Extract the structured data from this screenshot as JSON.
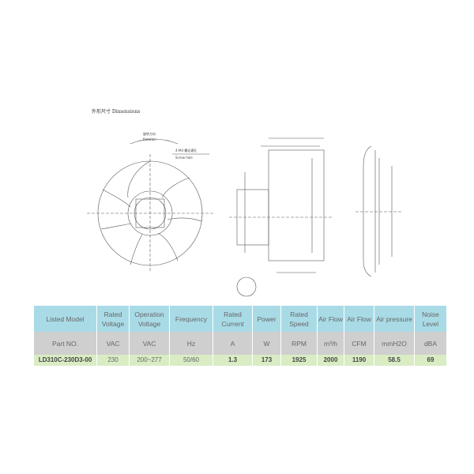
{
  "title": "外形尺寸 Dimensions",
  "drawing": {
    "rotation_cn": "旋转方向",
    "rotation_en": "Rotation",
    "screw_cn": "4-M4 螺丝通孔",
    "screw_en": "Screw hole"
  },
  "table": {
    "headers": [
      "Listed Model",
      "Rated Voltage",
      "Operation Voltage",
      "Frequency",
      "Rated Current",
      "Power",
      "Rated Speed",
      "Air Flow",
      "Air Flow",
      "Air pressure",
      "Noise Level"
    ],
    "units": [
      "Part NO.",
      "VAC",
      "VAC",
      "Hz",
      "A",
      "W",
      "RPM",
      "m³/h",
      "CFM",
      "mmH2O",
      "dBA"
    ],
    "rows": [
      [
        "LD310C-230D3-00",
        "230",
        "200~277",
        "50/60",
        "1.3",
        "173",
        "1925",
        "2000",
        "1190",
        "58.5",
        "69"
      ]
    ]
  },
  "colors": {
    "header": "#a9dbe6",
    "units": "#cfcfcf",
    "data": "#d9ecc4"
  }
}
